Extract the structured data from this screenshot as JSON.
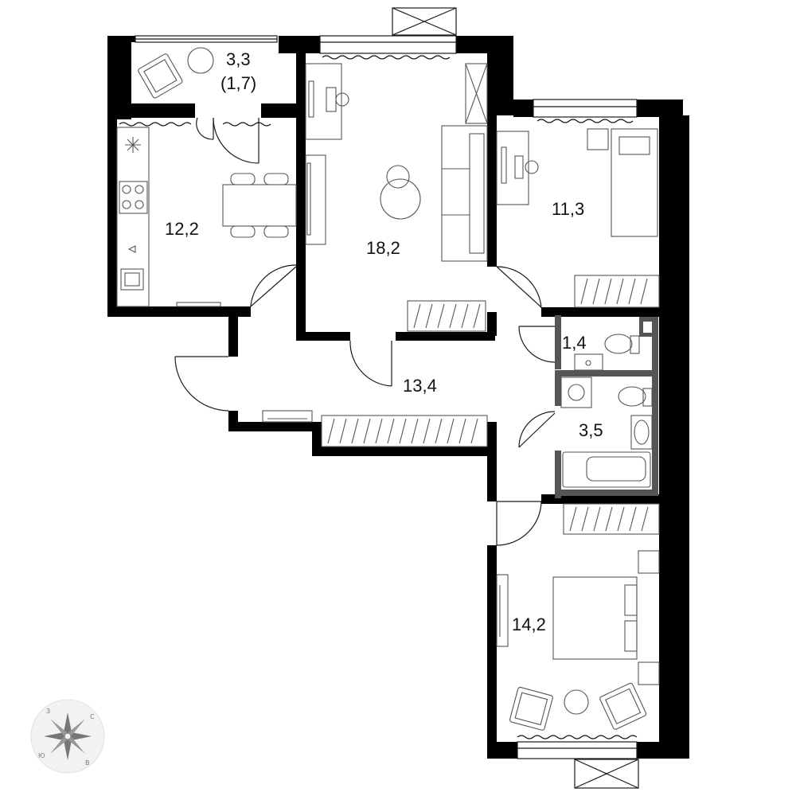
{
  "rooms": {
    "balcony": {
      "area": "3,3",
      "area_reduced": "(1,7)"
    },
    "kitchen": {
      "area": "12,2"
    },
    "living": {
      "area": "18,2"
    },
    "bedroom_small": {
      "area": "11,3"
    },
    "wc": {
      "area": "1,4"
    },
    "bathroom": {
      "area": "3,5"
    },
    "hall": {
      "area": "13,4"
    },
    "bedroom_master": {
      "area": "14,2"
    }
  },
  "compass": {
    "north": "С",
    "west": "З",
    "east": "В",
    "south": "Ю"
  },
  "colors": {
    "wall": "#000000",
    "inner_wall": "#555555",
    "line": "#1a1a1a",
    "furniture": "#555555",
    "background": "#ffffff"
  }
}
